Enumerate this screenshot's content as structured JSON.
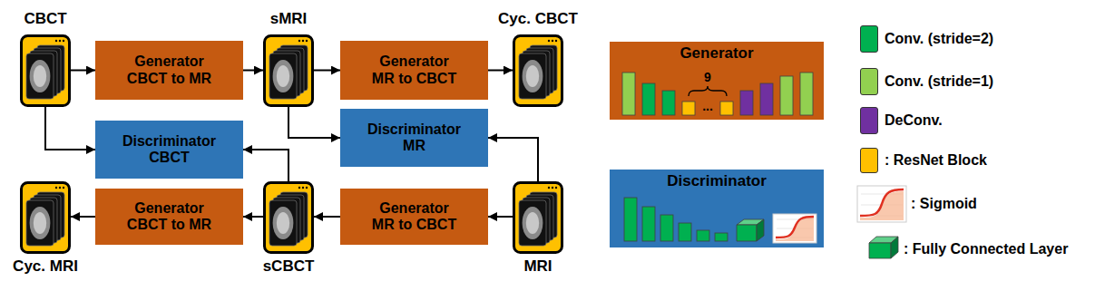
{
  "diagram": {
    "nodes": [
      {
        "text": [
          "CBCT"
        ]
      },
      {
        "text": [
          "Generator CBCT to MR"
        ]
      },
      {
        "text": [
          "sMRI"
        ]
      },
      {
        "text": [
          "Generator MR to CBCT"
        ]
      },
      {
        "text": [
          "Cyc. CBCT"
        ]
      },
      {
        "text": [
          "Discriminator CBCT"
        ]
      },
      {
        "text": [
          "Discriminator MR"
        ]
      },
      {
        "text": [
          "Cyc. MRI"
        ]
      },
      {
        "text": [
          "Generator CBCT to MR"
        ]
      },
      {
        "text": [
          "sCBCT"
        ]
      },
      {
        "text": [
          "Generator MR to CBCT"
        ]
      },
      {
        "text": [
          "MRI"
        ]
      },
      {
        "text": [
          "Generator"
        ]
      },
      {
        "text": [
          "Discriminator"
        ]
      }
    ],
    "edges": [
      {
        "from": 0,
        "to": 1,
        "arrow": "to"
      },
      {
        "from": 1,
        "to": 2,
        "arrow": "to"
      },
      {
        "from": 2,
        "to": 3,
        "arrow": "to"
      },
      {
        "from": 3,
        "to": 4,
        "arrow": "to"
      },
      {
        "from": 0,
        "to": 5,
        "arrow": "to"
      },
      {
        "from": 9,
        "to": 5,
        "arrow": "to"
      },
      {
        "from": 2,
        "to": 6,
        "arrow": "to"
      },
      {
        "from": 11,
        "to": 6,
        "arrow": "to"
      },
      {
        "from": 11,
        "to": 10,
        "arrow": "to"
      },
      {
        "from": 10,
        "to": 9,
        "arrow": "to"
      },
      {
        "from": 9,
        "to": 8,
        "arrow": "to"
      },
      {
        "from": 8,
        "to": 7,
        "arrow": "to"
      }
    ],
    "labels": [
      "9",
      "..."
    ],
    "legend": [
      {
        "text": "Conv. (stride=2)",
        "color": "#00b050"
      },
      {
        "text": "Conv. (stride=1)",
        "color": "#92d050"
      },
      {
        "text": "DeConv.",
        "color": "#7030a0"
      },
      {
        "text": ": ResNet Block",
        "color": "#ffc000"
      },
      {
        "text": ": Sigmoid"
      },
      {
        "text": ": Fully Connected Layer"
      }
    ]
  }
}
